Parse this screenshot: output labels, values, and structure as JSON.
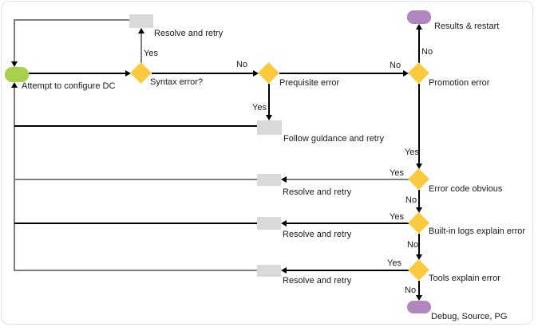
{
  "colors": {
    "start_fill": "#a7d14b",
    "decision_fill": "#fbc93d",
    "terminal_fill": "#b185bd",
    "process_fill": "#d9d9d9",
    "flow_line": "#000000",
    "loop_line": "#7f7f7f",
    "canvas_border": "#e3e3e3"
  },
  "nodes": {
    "start": {
      "type": "start",
      "label": "Attempt to configure DC"
    },
    "syntax": {
      "type": "decision",
      "label": "Syntax error?"
    },
    "prerequisite": {
      "type": "decision",
      "label": "Prequisite error"
    },
    "promotion": {
      "type": "decision",
      "label": "Promotion error"
    },
    "error_code": {
      "type": "decision",
      "label": "Error code obvious"
    },
    "builtin_logs": {
      "type": "decision",
      "label": "Built-in logs explain error"
    },
    "tools": {
      "type": "decision",
      "label": "Tools explain error"
    },
    "resolve_top": {
      "type": "process",
      "label": "Resolve and retry"
    },
    "follow_guidance": {
      "type": "process",
      "label": "Follow guidance and retry"
    },
    "resolve_1": {
      "type": "process",
      "label": "Resolve and retry"
    },
    "resolve_2": {
      "type": "process",
      "label": "Resolve and retry"
    },
    "resolve_3": {
      "type": "process",
      "label": "Resolve and retry"
    },
    "results_restart": {
      "type": "terminal",
      "label": "Results & restart"
    },
    "debug_source_pg": {
      "type": "terminal",
      "label": "Debug, Source, PG"
    }
  },
  "edge_labels": {
    "syntax_yes": "Yes",
    "syntax_no": "No",
    "prerequisite_yes": "Yes",
    "prerequisite_no": "No",
    "promotion_no": "No",
    "promotion_yes": "Yes",
    "error_code_yes": "Yes",
    "error_code_no": "No",
    "builtin_logs_yes": "Yes",
    "builtin_logs_no": "No",
    "tools_yes": "Yes",
    "tools_no": "No"
  }
}
